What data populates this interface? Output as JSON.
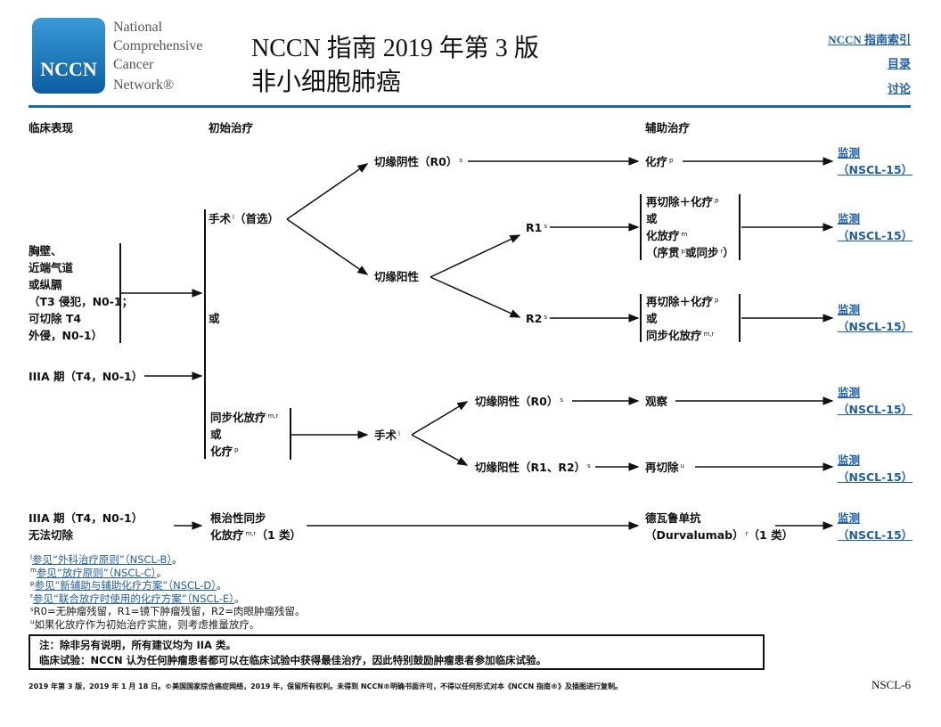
{
  "header": {
    "org_lines": [
      "National",
      "Comprehensive",
      "Cancer",
      "Network®"
    ],
    "logo_text": "NCCN",
    "title_line1": "NCCN 指南 2019 年第 3 版",
    "title_line2": "非小细胞肺癌",
    "links": [
      "NCCN 指南索引",
      "目录",
      "讨论"
    ]
  },
  "columns": {
    "clinical": "临床表现",
    "initial": "初始治疗",
    "adjuvant": "辅助治疗"
  },
  "clinical": {
    "group1": [
      "胸壁、",
      "近端气道",
      "或纵膈",
      "（T3 侵犯，N0-1；",
      "可切除 T4",
      "外侵，N0-1）"
    ],
    "iiia": "IIIA 期（T4，N0-1）",
    "iiia_unresect": [
      "IIIA 期（T4，N0-1）",
      "无法切除"
    ]
  },
  "initial": {
    "surgery": "手术",
    "surgery_sup": "l",
    "surgery_pref": "（首选）",
    "or": "或",
    "chemo_rt": "同步化放疗",
    "chemo_rt_sup": "m,r",
    "or2": "或",
    "chemo": "化疗",
    "chemo_sup": "p",
    "definitive1": "根治性同步",
    "definitive2": "化放疗",
    "definitive_sup": "m,r",
    "definitive_cat": "（1 类）"
  },
  "path": {
    "neg": "切缘阴性（R0）",
    "neg_sup": "s",
    "pos": "切缘阳性",
    "r1": "R1",
    "r1_sup": "s",
    "r2": "R2",
    "r2_sup": "s",
    "surgery2": "手术",
    "surgery2_sup": "l",
    "neg2": "切缘阴性（R0）",
    "neg2_sup": "s",
    "pos2": "切缘阳性（R1、R2）",
    "pos2_sup": "s"
  },
  "adjuvant": {
    "chemo": "化疗",
    "chemo_sup": "p",
    "r1_lines": [
      "再切除＋化疗",
      "或",
      "化放疗",
      "（序贯",
      "或同步",
      "）"
    ],
    "r2_lines": [
      "再切除＋化疗",
      "或",
      "同步化放疗"
    ],
    "observe": "观察",
    "reresect": "再切除",
    "reresect_sup": "u",
    "durva1": "德瓦鲁单抗",
    "durva2": "（Durvalumab）",
    "durva_sup": "r",
    "durva_cat": "（1 类）"
  },
  "monitor": {
    "label": "监测",
    "ref": "（NSCL-15）"
  },
  "footnotes": [
    {
      "mark": "l",
      "text": "参见“外科治疗原则”（NSCL-B）",
      "end": "。"
    },
    {
      "mark": "m",
      "text": "参见“放疗原则”（NSCL-C）",
      "end": "。"
    },
    {
      "mark": "p",
      "text": "参见“新辅助与辅助化疗方案”（NSCL-D）",
      "end": "。"
    },
    {
      "mark": "r",
      "text": "参见“联合放疗时使用的化疗方案”（NSCL-E）",
      "end": "。"
    },
    {
      "mark": "s",
      "text": "R0=无肿瘤残留，R1=镜下肿瘤残留，R2=肉眼肿瘤残留。"
    },
    {
      "mark": "u",
      "text": "如果化放疗作为初始治疗实施，则考虑推量放疗。"
    }
  ],
  "note": [
    "注：除非另有说明，所有建议均为 IIA 类。",
    "临床试验：NCCN 认为任何肿瘤患者都可以在临床试验中获得最佳治疗，因此特别鼓励肿瘤患者参加临床试验。"
  ],
  "footer": {
    "copyright": "2019 年第 3 版，2019 年 1 月 18 日。©美国国家综合癌症网络，2019 年，保留所有权利。未得到 NCCN®明确书面许可，不得以任何形式对本《NCCN 指南®》及插图进行复制。",
    "page": "NSCL-6"
  },
  "colors": {
    "brand": "#0c5ea3",
    "link": "#1f5fa8",
    "rule": "#1a6aa8"
  }
}
